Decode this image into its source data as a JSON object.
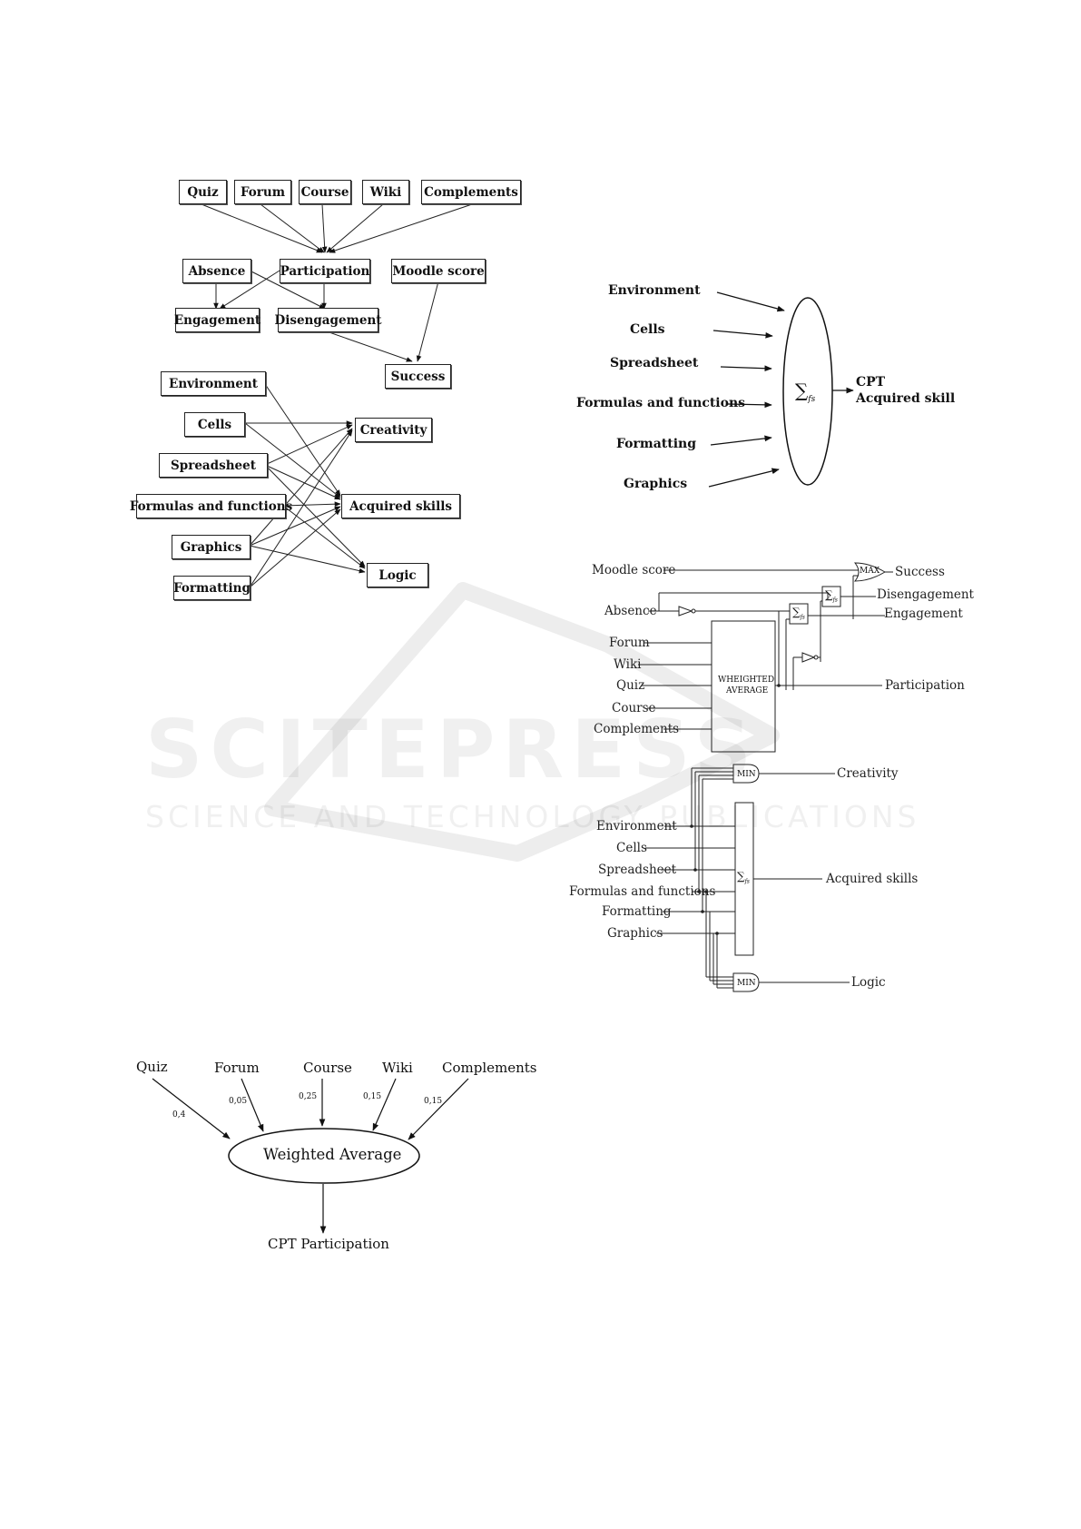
{
  "fig1": {
    "quiz": "Quiz",
    "forum": "Forum",
    "course": "Course",
    "wiki": "Wiki",
    "complements": "Complements",
    "absence": "Absence",
    "participation": "Participation",
    "moodle_score": "Moodle score",
    "engagement": "Engagement",
    "disengagement": "Disengagement",
    "success": "Success",
    "environment": "Environment",
    "cells": "Cells",
    "spreadsheet": "Spreadsheet",
    "formulas": "Formulas and functions",
    "graphics": "Graphics",
    "formatting": "Formatting",
    "creativity": "Creativity",
    "acquired_skills": "Acquired skills",
    "logic": "Logic"
  },
  "fig2": {
    "environment": "Environment",
    "cells": "Cells",
    "spreadsheet": "Spreadsheet",
    "formulas": "Formulas and functions",
    "formatting": "Formatting",
    "graphics": "Graphics",
    "sum": "∑",
    "sum_sub": "fs",
    "out1": "CPT",
    "out2": "Acquired skill"
  },
  "fig3": {
    "moodle_score": "Moodle score",
    "absence": "Absence",
    "forum": "Forum",
    "wiki": "Wiki",
    "quiz": "Quiz",
    "course": "Course",
    "complements": "Complements",
    "max": "MAX",
    "success": "Success",
    "disengagement": "Disengagement",
    "engagement": "Engagement",
    "wa1": "WHEIGHTED",
    "wa2": "AVERAGE",
    "participation": "Participation",
    "min1": "MIN",
    "creativity": "Creativity",
    "environment": "Environment",
    "cells": "Cells",
    "spreadsheet": "Spreadsheet",
    "formulas": "Formulas and functions",
    "formatting": "Formatting",
    "graphics": "Graphics",
    "acquired_skills": "Acquired skills",
    "min2": "MIN",
    "logic": "Logic",
    "sum": "∑",
    "sum_sub": "fs"
  },
  "fig4": {
    "quiz": "Quiz",
    "forum": "Forum",
    "course": "Course",
    "wiki": "Wiki",
    "complements": "Complements",
    "w_quiz": "0,4",
    "w_forum": "0,05",
    "w_course": "0,25",
    "w_wiki": "0,15",
    "w_complements": "0,15",
    "center": "Weighted Average",
    "output": "CPT Participation"
  },
  "watermark": {
    "main": "SCITEPRESS",
    "sub": "SCIENCE AND TECHNOLOGY PUBLICATIONS"
  }
}
